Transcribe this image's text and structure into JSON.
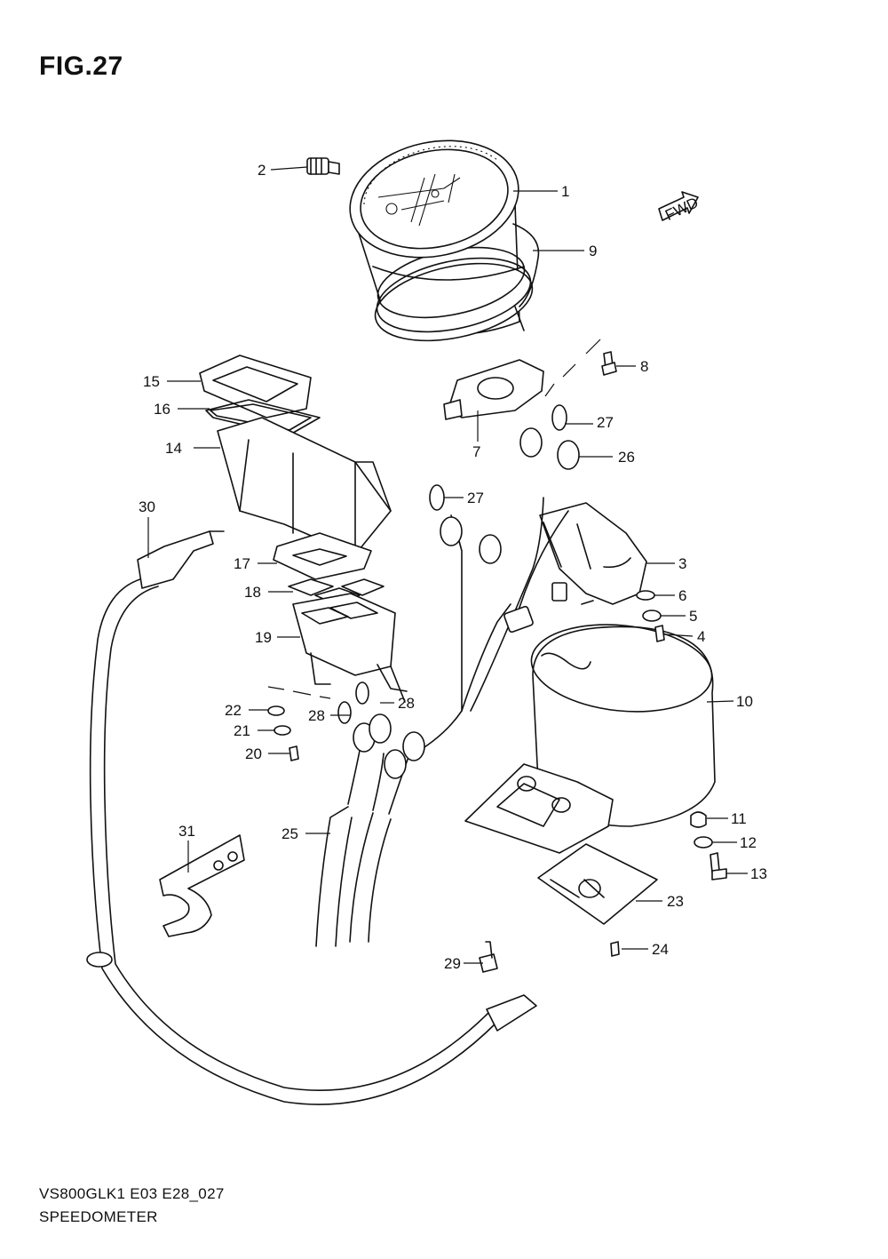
{
  "figure": {
    "title": "FIG.27"
  },
  "footer": {
    "model_code": "VS800GLK1 E03 E28_027",
    "section_name": "SPEEDOMETER"
  },
  "badge": {
    "fwd_label": "FWD"
  },
  "callouts": {
    "c1": "1",
    "c2": "2",
    "c3": "3",
    "c4": "4",
    "c5": "5",
    "c6": "6",
    "c7": "7",
    "c8": "8",
    "c9": "9",
    "c10": "10",
    "c11": "11",
    "c12": "12",
    "c13": "13",
    "c14": "14",
    "c15": "15",
    "c16": "16",
    "c17": "17",
    "c18": "18",
    "c19": "19",
    "c20": "20",
    "c21": "21",
    "c22": "22",
    "c23": "23",
    "c24": "24",
    "c25": "25",
    "c26": "26",
    "c27a": "27",
    "c27b": "27",
    "c28a": "28",
    "c28b": "28",
    "c29": "29",
    "c30": "30",
    "c31": "31"
  }
}
